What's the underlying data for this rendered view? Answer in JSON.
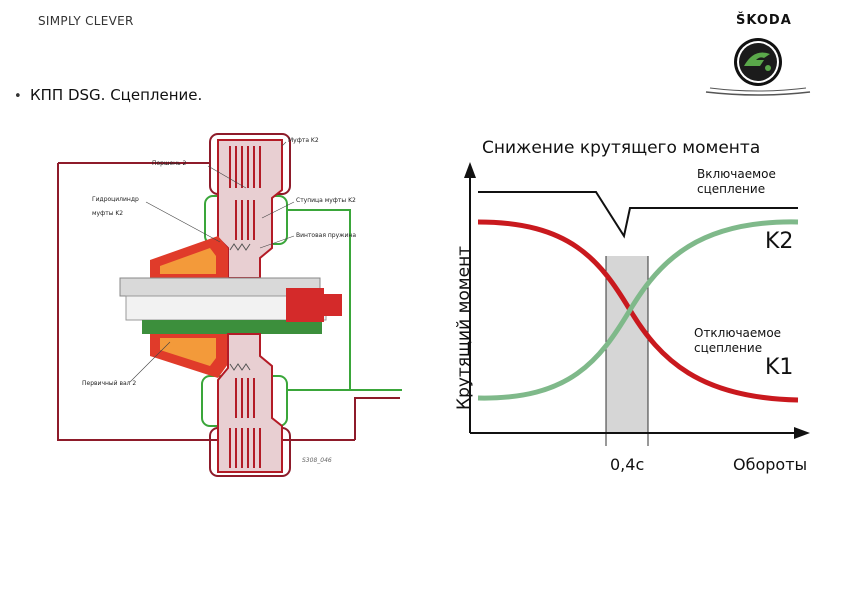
{
  "header": {
    "tagline": "SIMPLY CLEVER",
    "brand": "ŠKODA",
    "logo": "skoda-winged-arrow-logo"
  },
  "slide": {
    "bullet": "•",
    "title": "КПП  DSG. Сцепление."
  },
  "figure_labels": {
    "clutch_k2": "Муфта K2",
    "piston_2": "Поршень 2",
    "hydro_cylinder_line1": "Гидроцилиндр",
    "hydro_cylinder_line2": "муфты K2",
    "hub_k2": "Ступица муфты K2",
    "coil_spring": "Винтовая пружина",
    "primary_shaft": "Первичный вал 2",
    "code": "S308_046"
  },
  "chart": {
    "title": "Снижение крутящего момента",
    "ylabel": "Крутящий момент",
    "xtick": "0,4с",
    "xlabel": "Обороты",
    "ann_engaged": "Включаемое сцепление",
    "ann_disengaged": "Отключаемое сцепление",
    "k2": "K2",
    "k1": "K1",
    "colors": {
      "disengaging": "#c9191e",
      "engaging": "#7fb98a",
      "shade": "#d6d6d6",
      "accent": "#a0162a",
      "highlight": "#3aa63a"
    }
  }
}
